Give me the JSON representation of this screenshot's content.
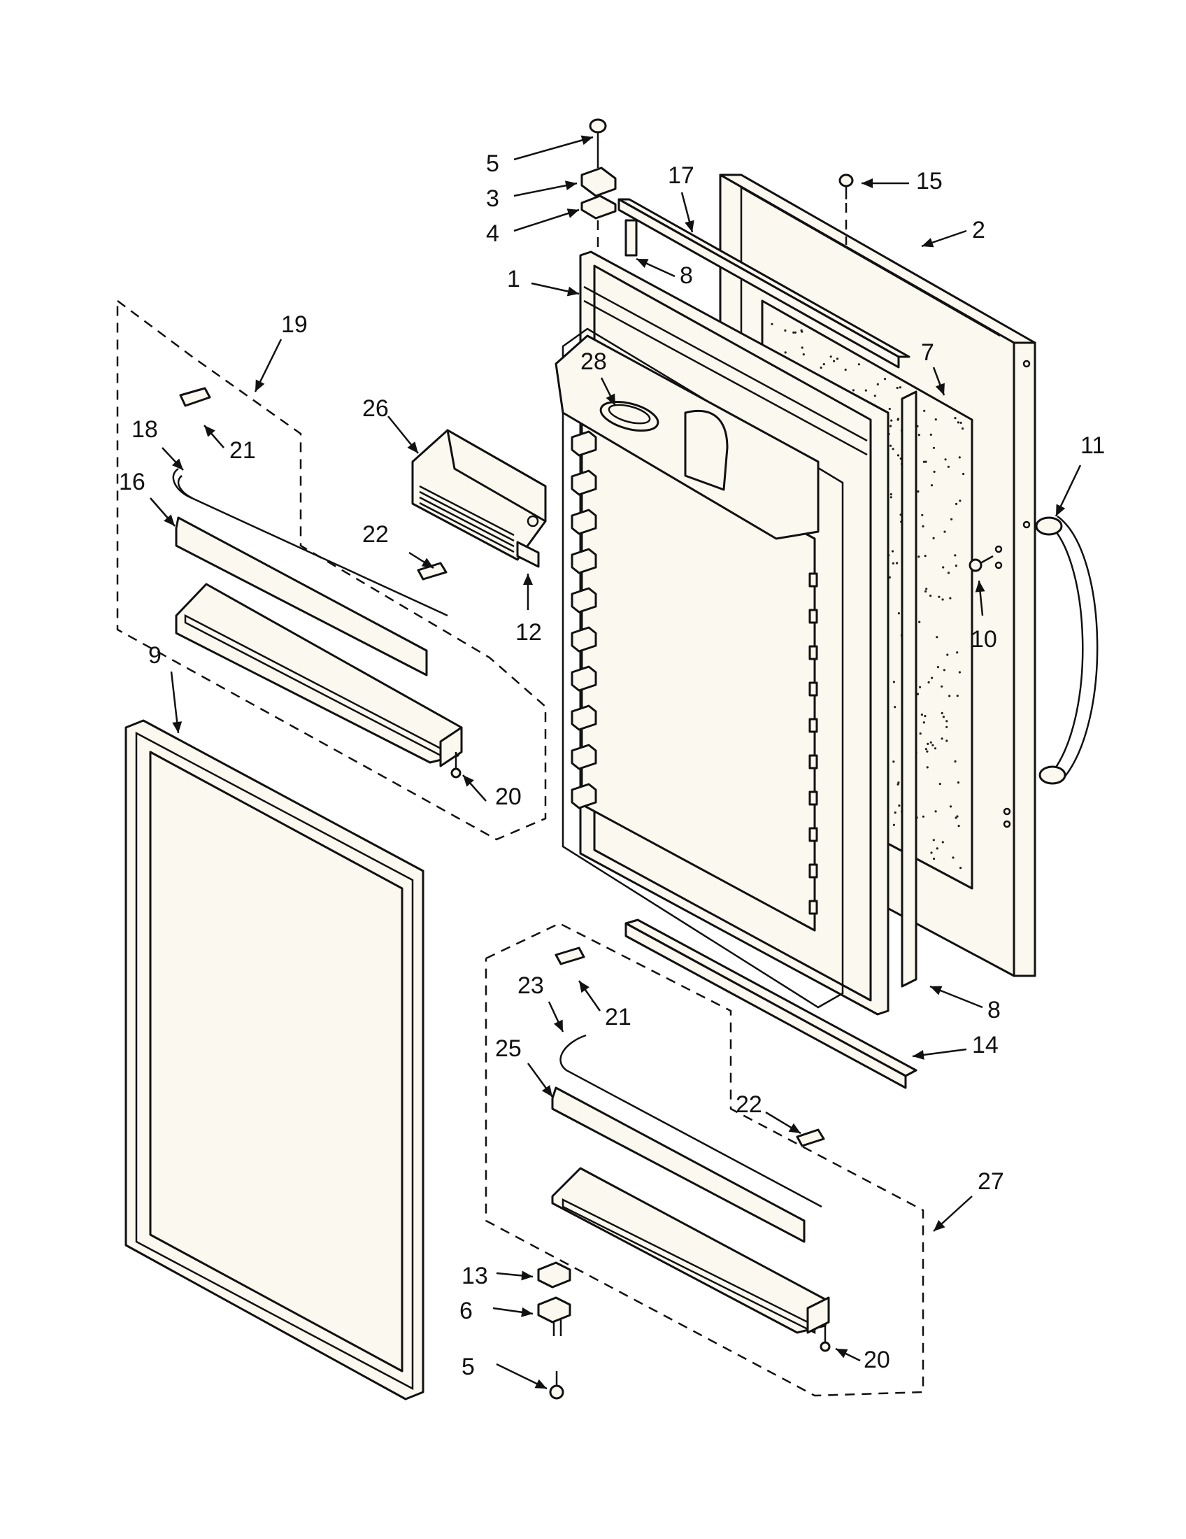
{
  "callouts": [
    {
      "id": "c5a",
      "label": "5"
    },
    {
      "id": "c3",
      "label": "3"
    },
    {
      "id": "c4",
      "label": "4"
    },
    {
      "id": "c17",
      "label": "17"
    },
    {
      "id": "c15",
      "label": "15"
    },
    {
      "id": "c2",
      "label": "2"
    },
    {
      "id": "c1",
      "label": "1"
    },
    {
      "id": "c8a",
      "label": "8"
    },
    {
      "id": "c19",
      "label": "19"
    },
    {
      "id": "c7",
      "label": "7"
    },
    {
      "id": "c28",
      "label": "28"
    },
    {
      "id": "c26",
      "label": "26"
    },
    {
      "id": "c18",
      "label": "18"
    },
    {
      "id": "c21a",
      "label": "21"
    },
    {
      "id": "c16",
      "label": "16"
    },
    {
      "id": "c11",
      "label": "11"
    },
    {
      "id": "c22a",
      "label": "22"
    },
    {
      "id": "c12",
      "label": "12"
    },
    {
      "id": "c10",
      "label": "10"
    },
    {
      "id": "c9",
      "label": "9"
    },
    {
      "id": "c20a",
      "label": "20"
    },
    {
      "id": "c8b",
      "label": "8"
    },
    {
      "id": "c23",
      "label": "23"
    },
    {
      "id": "c21b",
      "label": "21"
    },
    {
      "id": "c14",
      "label": "14"
    },
    {
      "id": "c25",
      "label": "25"
    },
    {
      "id": "c22b",
      "label": "22"
    },
    {
      "id": "c27",
      "label": "27"
    },
    {
      "id": "c13",
      "label": "13"
    },
    {
      "id": "c6",
      "label": "6"
    },
    {
      "id": "c5b",
      "label": "5"
    },
    {
      "id": "c20b",
      "label": "20"
    }
  ]
}
